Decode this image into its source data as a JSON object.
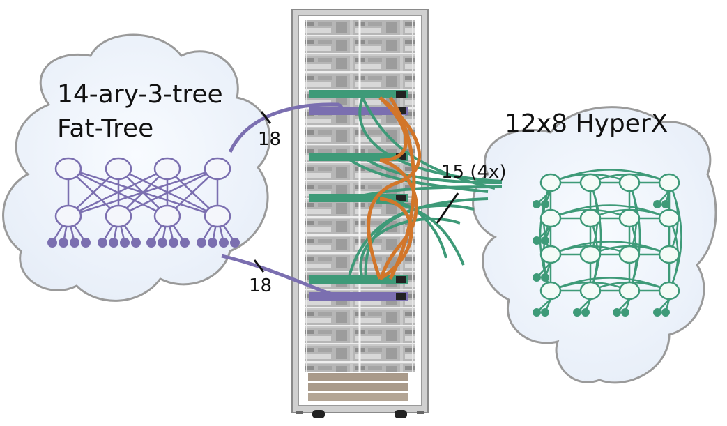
{
  "fat_tree": {
    "title_line1": "14-ary-3-tree",
    "title_line2": "Fat-Tree",
    "link_count_top": "18",
    "link_count_bottom": "18"
  },
  "hyperx": {
    "title": "12x8 HyperX",
    "link_count": "15 (4x)"
  },
  "colors": {
    "fat_tree": "#7b6fb0",
    "hyperx": "#3e9a78",
    "cross_link": "#d2762a",
    "cloud_fill": "#eef3fa",
    "cloud_stroke": "#9a9a9a",
    "rack": "#9a9a9a"
  }
}
